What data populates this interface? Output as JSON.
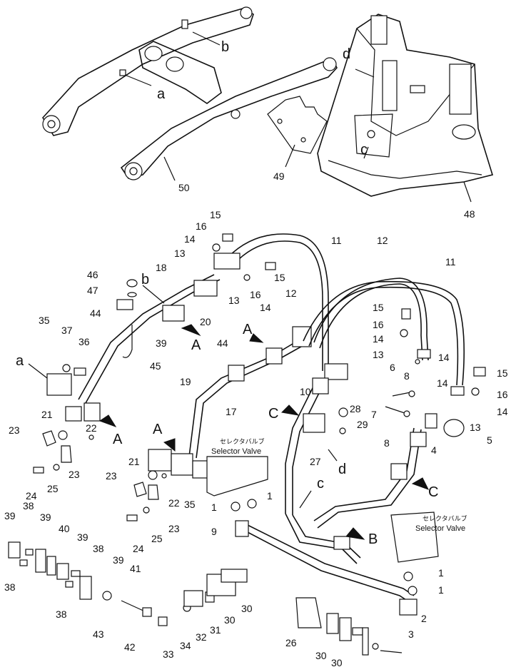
{
  "labels": {
    "n1a": "1",
    "n1b": "1",
    "n1c": "1",
    "n1d": "1",
    "n2": "2",
    "n3": "3",
    "n4": "4",
    "n5": "5",
    "n6": "6",
    "n7": "7",
    "n8a": "8",
    "n8b": "8",
    "n9": "9",
    "n10": "10",
    "n11a": "11",
    "n11b": "11",
    "n12a": "12",
    "n12b": "12",
    "n13a": "13",
    "n13b": "13",
    "n13c": "13",
    "n13d": "13",
    "n14a": "14",
    "n14b": "14",
    "n14c": "14",
    "n14d": "14",
    "n14e": "14",
    "n14f": "14",
    "n15a": "15",
    "n15b": "15",
    "n15c": "15",
    "n15d": "15",
    "n16a": "16",
    "n16b": "16",
    "n16c": "16",
    "n16d": "16",
    "n17": "17",
    "n18": "18",
    "n19": "19",
    "n20": "20",
    "n21a": "21",
    "n21b": "21",
    "n22a": "22",
    "n22b": "22",
    "n23a": "23",
    "n23b": "23",
    "n23c": "23",
    "n23d": "23",
    "n24a": "24",
    "n24b": "24",
    "n25a": "25",
    "n25b": "25",
    "n26": "26",
    "n27": "27",
    "n28": "28",
    "n29": "29",
    "n30a": "30",
    "n30b": "30",
    "n30c": "30",
    "n30d": "30",
    "n31": "31",
    "n32": "32",
    "n33": "33",
    "n34": "34",
    "n35a": "35",
    "n35b": "35",
    "n36": "36",
    "n37": "37",
    "n38a": "38",
    "n38b": "38",
    "n38c": "38",
    "n38d": "38",
    "n39a": "39",
    "n39b": "39",
    "n39c": "39",
    "n39d": "39",
    "n39e": "39",
    "n40": "40",
    "n41": "41",
    "n42": "42",
    "n43": "43",
    "n44a": "44",
    "n44b": "44",
    "n45": "45",
    "n46": "46",
    "n47": "47",
    "n48": "48",
    "n49": "49",
    "n50": "50",
    "la1": "a",
    "la2": "a",
    "lb1": "b",
    "lb2": "b",
    "lc1": "c",
    "lc2": "c",
    "ld1": "d",
    "ld2": "d",
    "A1": "A",
    "A2": "A",
    "A3": "A",
    "A4": "A",
    "B1": "B",
    "C1": "C",
    "C2": "C"
  },
  "selector_valve": {
    "jp": "セレクタバルブ",
    "en": "Selector Valve"
  }
}
